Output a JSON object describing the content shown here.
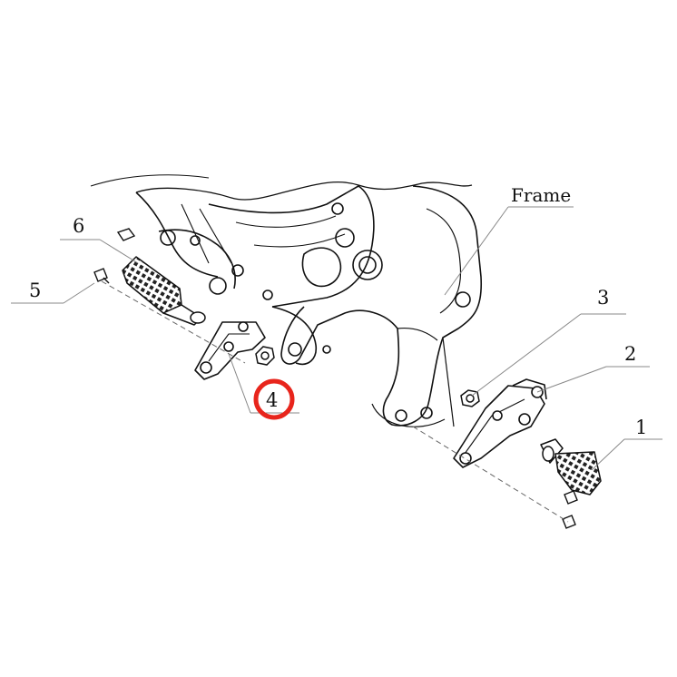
{
  "diagram": {
    "callouts": [
      {
        "id": "frame",
        "label": "Frame"
      },
      {
        "id": "p1",
        "label": "1"
      },
      {
        "id": "p2",
        "label": "2"
      },
      {
        "id": "p3",
        "label": "3"
      },
      {
        "id": "p4",
        "label": "4"
      },
      {
        "id": "p5",
        "label": "5"
      },
      {
        "id": "p6",
        "label": "6"
      }
    ],
    "highlight": {
      "target": "4",
      "color": "#e8251c"
    },
    "colors": {
      "line": "#111111",
      "leader": "#888888"
    }
  }
}
